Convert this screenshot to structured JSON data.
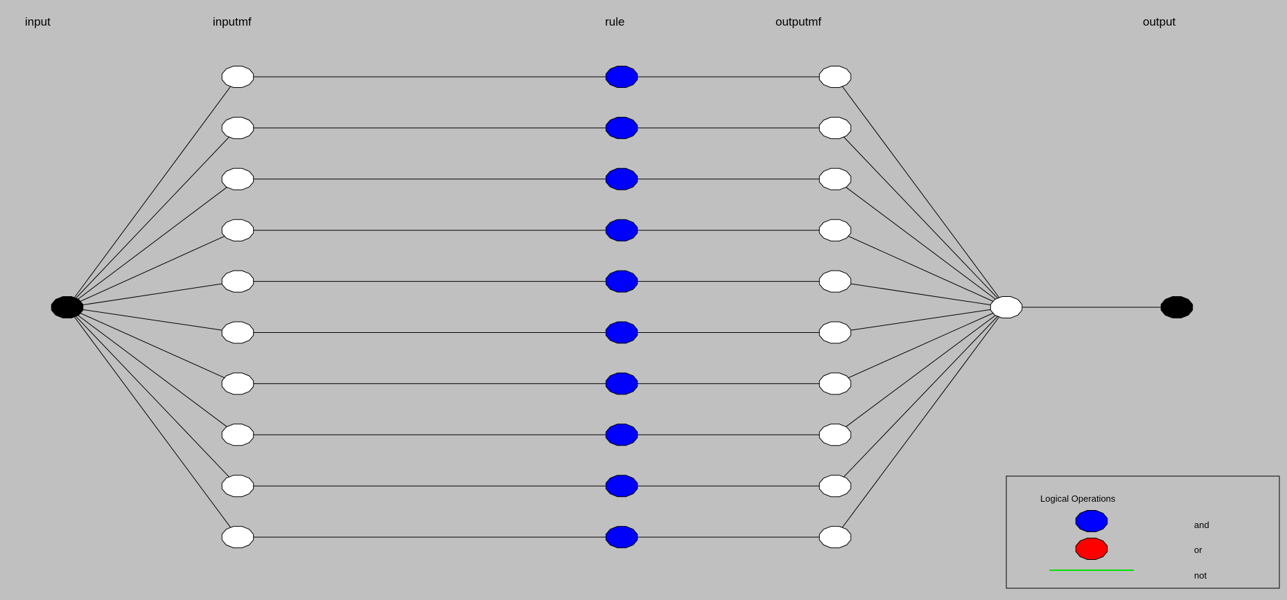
{
  "columns": {
    "input": "input",
    "inputmf": "inputmf",
    "rule": "rule",
    "outputmf": "outputmf",
    "output": "output"
  },
  "network": {
    "node_count_per_layer": 10,
    "colors": {
      "io_node": "#000000",
      "mf_node": "#ffffff",
      "and_node": "#0000ff",
      "or_node": "#ff0000",
      "not_line": "#00e000",
      "edge": "#000000",
      "background": "#c0c0c0"
    },
    "rule_operators": [
      "and",
      "and",
      "and",
      "and",
      "and",
      "and",
      "and",
      "and",
      "and",
      "and"
    ]
  },
  "legend": {
    "title": "Logical Operations",
    "and_label": "and",
    "or_label": "or",
    "not_label": "not"
  }
}
